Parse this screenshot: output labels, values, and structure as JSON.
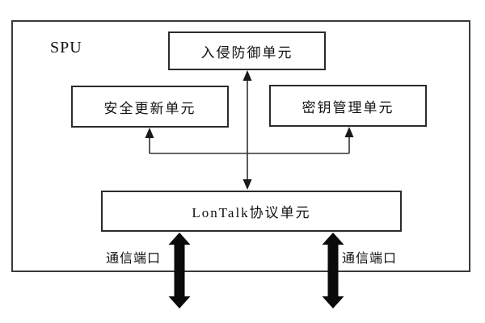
{
  "diagram": {
    "container_label": "SPU",
    "boxes": {
      "intrusion": {
        "label": "入侵防御单元"
      },
      "update": {
        "label": "安全更新单元"
      },
      "key": {
        "label": "密钥管理单元"
      },
      "lontalk": {
        "label": "LonTalk协议单元"
      }
    },
    "ports": {
      "left_label": "通信端口",
      "right_label": "通信端口"
    },
    "connections": [
      "入侵防御单元 <-> LonTalk协议单元 (double-headed thin arrow)",
      "branch -> 安全更新单元 (up arrow)",
      "branch -> 密钥管理单元 (up arrow)",
      "LonTalk协议单元 <-> 通信端口 left (thick double arrow crossing SPU boundary)",
      "LonTalk协议单元 <-> 通信端口 right (thick double arrow crossing SPU boundary)"
    ],
    "colors": {
      "background": "#ffffff",
      "box_border": "#2b2b2b",
      "outline_border": "#3a3a3a",
      "thin_line": "#333333",
      "thick_arrow": "#0a0a0a",
      "text": "#111111"
    }
  }
}
